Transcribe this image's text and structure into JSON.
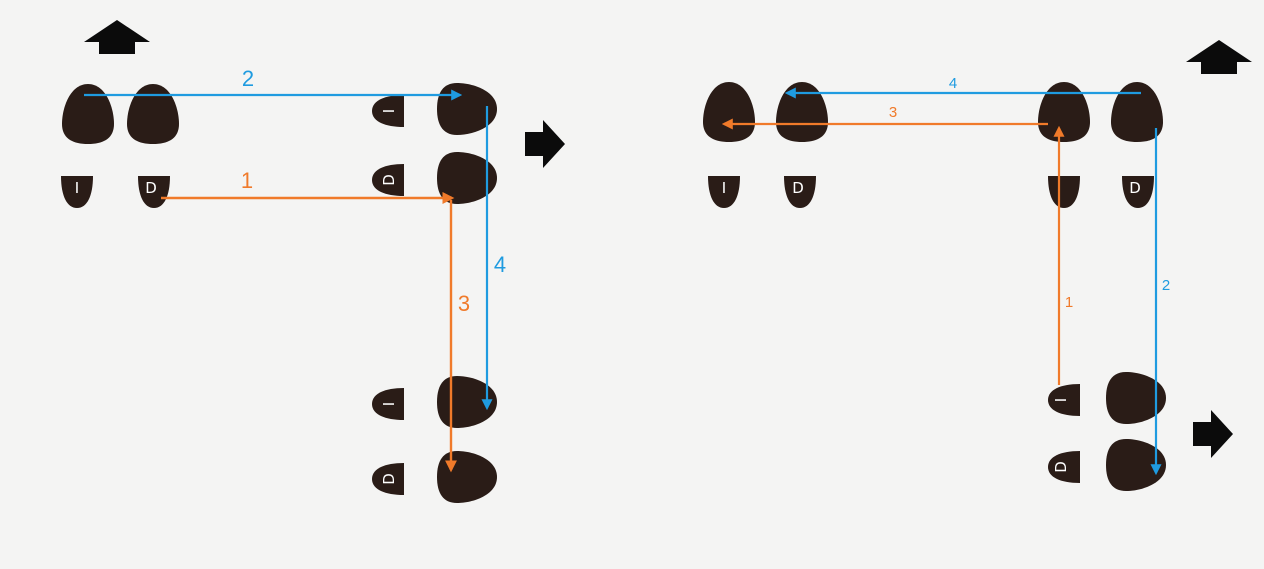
{
  "colors": {
    "background": "#f4f4f3",
    "footprint": "#2a1c17",
    "orange": "#f07a2a",
    "blue": "#1f9be0",
    "direction_arrow": "#0b0b0b"
  },
  "icons": {
    "foot": "shoe-sole-icon",
    "heel": "shoe-heel-icon",
    "direction": "direction-arrow-icon"
  },
  "labels": {
    "left_foot": "I",
    "right_foot": "D"
  },
  "left_diagram": {
    "steps": [
      {
        "number": "1",
        "color": "orange"
      },
      {
        "number": "2",
        "color": "blue"
      },
      {
        "number": "3",
        "color": "orange"
      },
      {
        "number": "4",
        "color": "blue"
      }
    ]
  },
  "right_diagram": {
    "steps": [
      {
        "number": "1",
        "color": "orange"
      },
      {
        "number": "2",
        "color": "blue"
      },
      {
        "number": "3",
        "color": "orange"
      },
      {
        "number": "4",
        "color": "blue"
      }
    ]
  }
}
